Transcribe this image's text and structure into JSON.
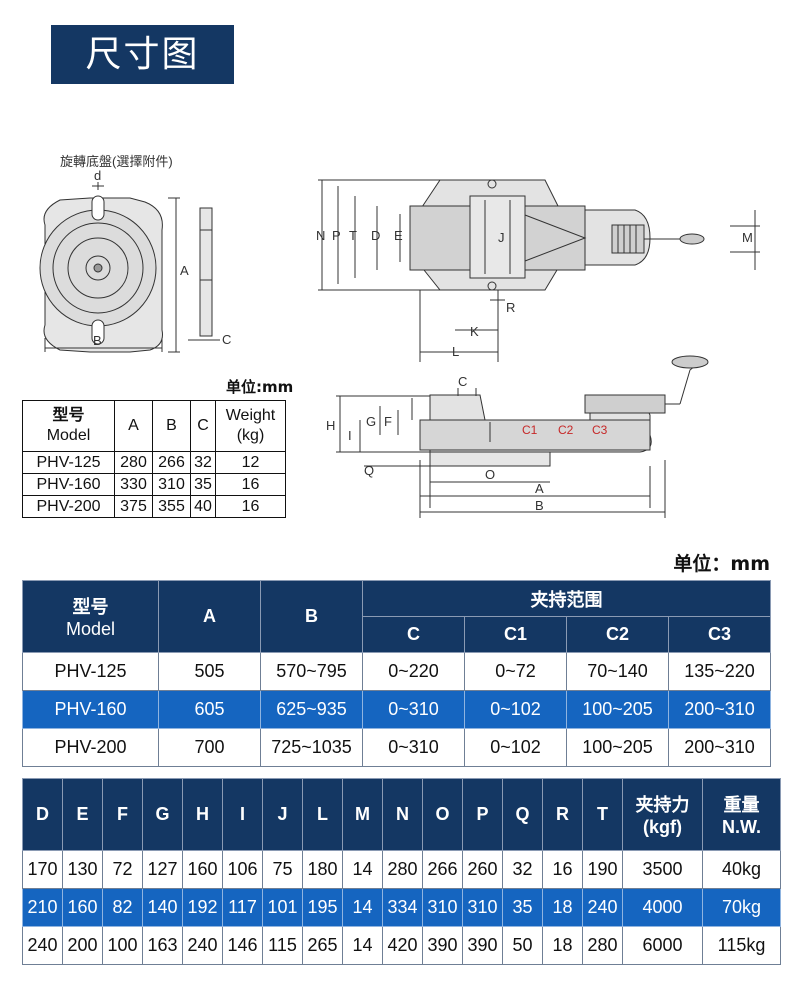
{
  "title": "尺寸图",
  "drawing": {
    "base_label": "旋轉底盤(選擇附件)",
    "base_dims": {
      "d": "d",
      "a": "A",
      "b": "B",
      "c": "C"
    },
    "top_dims": {
      "n": "N",
      "p": "P",
      "t": "T",
      "d": "D",
      "e": "E",
      "j": "J",
      "m": "M",
      "r": "R",
      "k": "K",
      "l": "L"
    },
    "side_dims": {
      "c": "C",
      "h": "H",
      "i": "I",
      "g": "G",
      "f": "F",
      "q": "Q",
      "o": "O",
      "a": "A",
      "b": "B",
      "c1": "C1",
      "c2": "C2",
      "c3": "C3"
    }
  },
  "small_table": {
    "unit": "单位:mm",
    "headers": {
      "model_cn": "型号",
      "model_en": "Model",
      "a": "A",
      "b": "B",
      "c": "C",
      "weight1": "Weight",
      "weight2": "(kg)"
    },
    "rows": [
      {
        "model": "PHV-125",
        "a": "280",
        "b": "266",
        "c": "32",
        "w": "12"
      },
      {
        "model": "PHV-160",
        "a": "330",
        "b": "310",
        "c": "35",
        "w": "16"
      },
      {
        "model": "PHV-200",
        "a": "375",
        "b": "355",
        "c": "40",
        "w": "16"
      }
    ]
  },
  "table1": {
    "unit": "单位：mm",
    "headers": {
      "model_cn": "型号",
      "model_en": "Model",
      "a": "A",
      "b": "B",
      "range": "夹持范围",
      "c": "C",
      "c1": "C1",
      "c2": "C2",
      "c3": "C3"
    },
    "rows": [
      {
        "model": "PHV-125",
        "a": "505",
        "b": "570~795",
        "c": "0~220",
        "c1": "0~72",
        "c2": "70~140",
        "c3": "135~220",
        "hl": false
      },
      {
        "model": "PHV-160",
        "a": "605",
        "b": "625~935",
        "c": "0~310",
        "c1": "0~102",
        "c2": "100~205",
        "c3": "200~310",
        "hl": true
      },
      {
        "model": "PHV-200",
        "a": "700",
        "b": "725~1035",
        "c": "0~310",
        "c1": "0~102",
        "c2": "100~205",
        "c3": "200~310",
        "hl": false
      }
    ]
  },
  "table2": {
    "headers": [
      "D",
      "E",
      "F",
      "G",
      "H",
      "I",
      "J",
      "L",
      "M",
      "N",
      "O",
      "P",
      "Q",
      "R",
      "T"
    ],
    "force_header": {
      "l1": "夹持力",
      "l2": "(kgf)"
    },
    "weight_header": {
      "l1": "重量",
      "l2": "N.W."
    },
    "rows": [
      {
        "cells": [
          "170",
          "130",
          "72",
          "127",
          "160",
          "106",
          "75",
          "180",
          "14",
          "280",
          "266",
          "260",
          "32",
          "16",
          "190"
        ],
        "force": "3500",
        "weight": "40kg",
        "hl": false
      },
      {
        "cells": [
          "210",
          "160",
          "82",
          "140",
          "192",
          "117",
          "101",
          "195",
          "14",
          "334",
          "310",
          "310",
          "35",
          "18",
          "240"
        ],
        "force": "4000",
        "weight": "70kg",
        "hl": true
      },
      {
        "cells": [
          "240",
          "200",
          "100",
          "163",
          "240",
          "146",
          "115",
          "265",
          "14",
          "420",
          "390",
          "390",
          "50",
          "18",
          "280"
        ],
        "force": "6000",
        "weight": "115kg",
        "hl": false
      }
    ]
  }
}
